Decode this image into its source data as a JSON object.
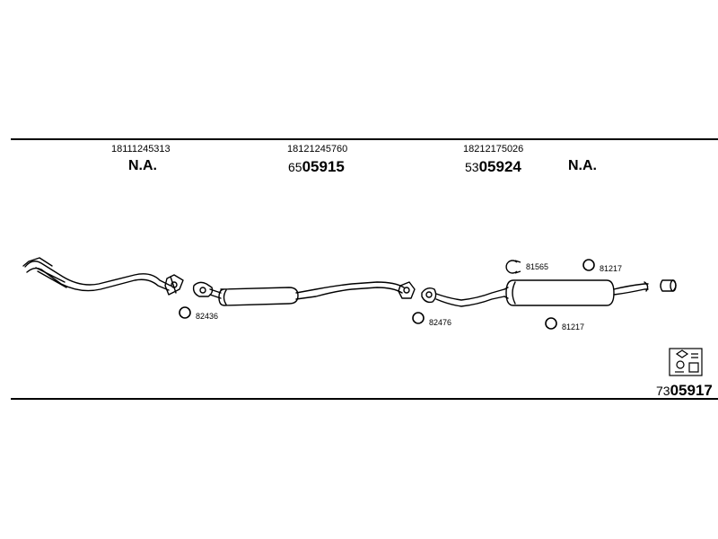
{
  "groups": [
    {
      "part_number": "18111245313",
      "code": "N.A."
    },
    {
      "part_number": "18121245760",
      "code_prefix": "65",
      "code_main": "05915"
    },
    {
      "part_number": "18212175026",
      "code_prefix": "53",
      "code_main": "05924"
    },
    {
      "code": "N.A."
    }
  ],
  "fittings": [
    {
      "label": "82436"
    },
    {
      "label": "82476"
    },
    {
      "label": "81565"
    },
    {
      "label": "81217"
    },
    {
      "label": "81217"
    }
  ],
  "kit": {
    "code_prefix": "73",
    "code_main": "05917",
    "icon": "kit-box-icon"
  },
  "colors": {
    "line": "#000000",
    "background": "#ffffff"
  }
}
